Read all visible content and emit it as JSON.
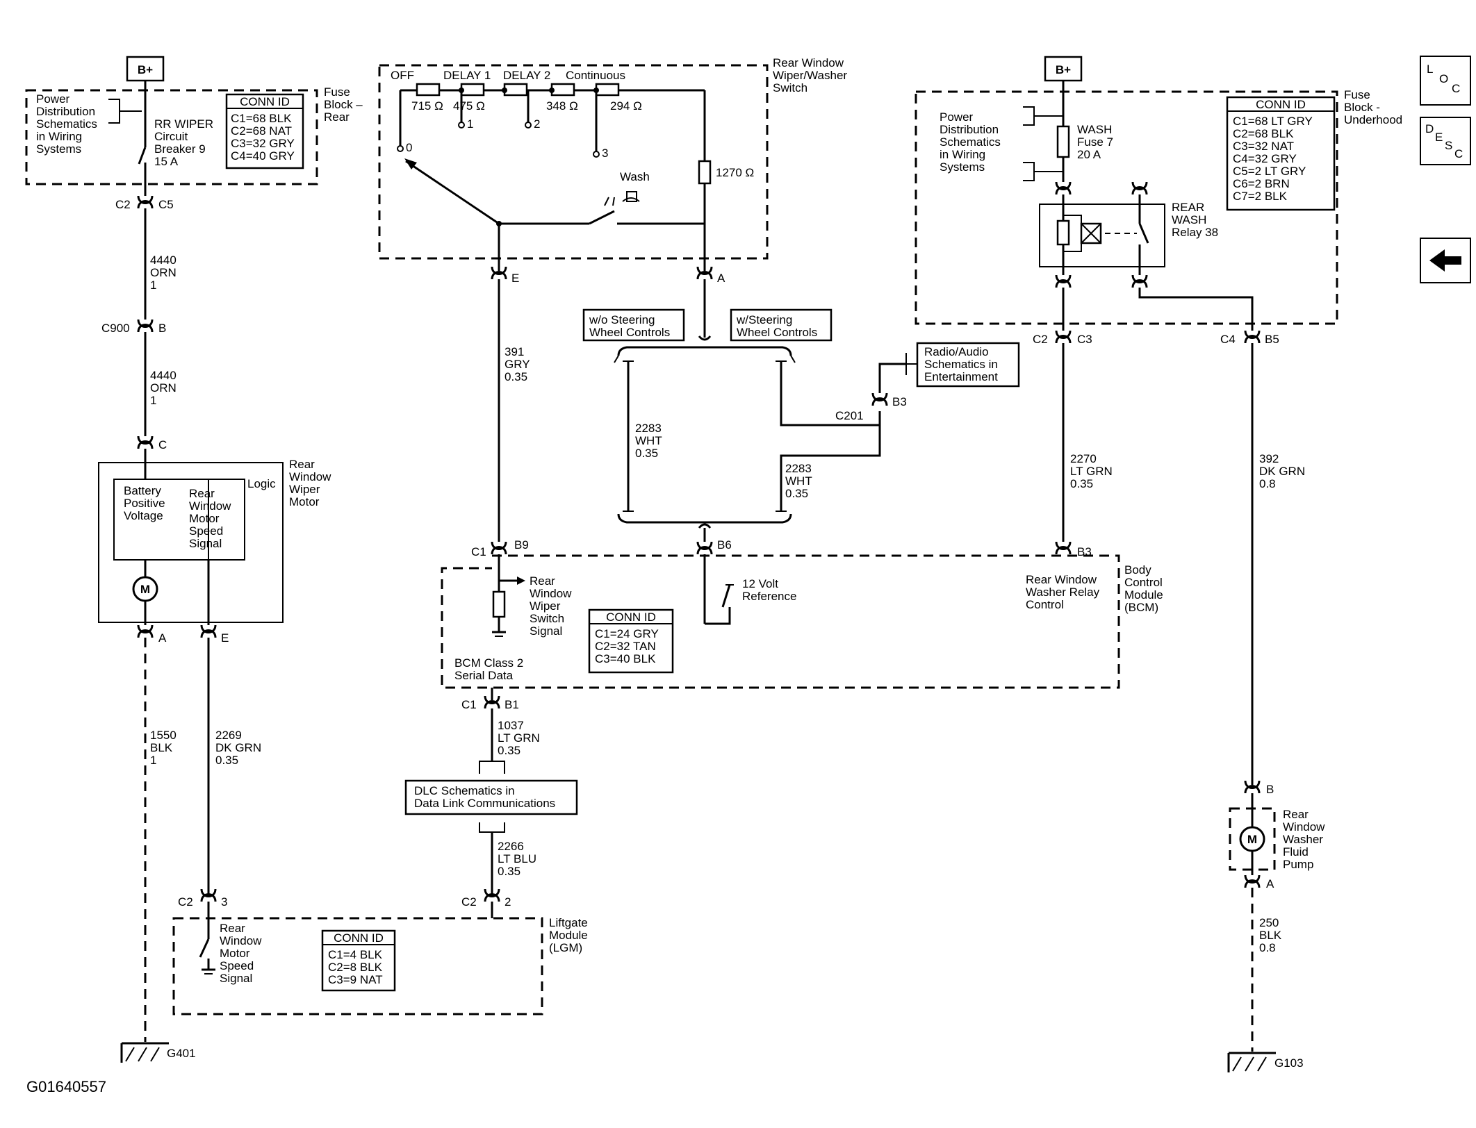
{
  "figure_id": "G01640557",
  "nav": {
    "loc": [
      "L",
      "O",
      "C"
    ],
    "desc": [
      "D",
      "E",
      "S",
      "C"
    ],
    "back_icon": "left-arrow-icon"
  },
  "supply": {
    "left": "B+",
    "right": "B+"
  },
  "fuse_block_rear": {
    "title": [
      "Fuse",
      "Block –",
      "Rear"
    ],
    "power_note": [
      "Power",
      "Distribution",
      "Schematics",
      "in Wiring",
      "Systems"
    ],
    "breaker": [
      "RR WIPER",
      "Circuit",
      "Breaker 9",
      "15 A"
    ],
    "conn_title": "CONN ID",
    "conn": [
      "C1=68 BLK",
      "C2=68 NAT",
      "C3=32 GRY",
      "C4=40 GRY"
    ]
  },
  "left_circuit": {
    "conn_top": [
      "C2",
      "C5"
    ],
    "wire1": [
      "4440",
      "ORN",
      "1"
    ],
    "c900": [
      "C900",
      "B"
    ],
    "wire2": [
      "4440",
      "ORN",
      "1"
    ],
    "motor_pin_top": "C"
  },
  "motor": {
    "title": [
      "Rear",
      "Window",
      "Wiper",
      "Motor"
    ],
    "logic": "Logic",
    "battery": [
      "Battery",
      "Positive",
      "Voltage"
    ],
    "speed": [
      "Rear",
      "Window",
      "Motor",
      "Speed",
      "Signal"
    ],
    "symbol": "M",
    "pins": [
      "A",
      "E"
    ]
  },
  "ground_left": {
    "wire_a": [
      "1550",
      "BLK",
      "1"
    ],
    "wire_e": [
      "2269",
      "DK GRN",
      "0.35"
    ],
    "g": "G401"
  },
  "switch": {
    "title": [
      "Rear Window",
      "Wiper/Washer",
      "Switch"
    ],
    "positions": [
      "OFF",
      "DELAY 1",
      "DELAY 2",
      "Continuous"
    ],
    "resistors": [
      "715 Ω",
      "475 Ω",
      "348 Ω",
      "294 Ω",
      "1270 Ω"
    ],
    "contacts": [
      "0",
      "1",
      "2",
      "3"
    ],
    "wash": "Wash",
    "pins": [
      "E",
      "A"
    ]
  },
  "mid_wires": {
    "w391": [
      "391",
      "GRY",
      "0.35"
    ],
    "wo": [
      "w/o Steering",
      "Wheel Controls"
    ],
    "with": [
      "w/Steering",
      "Wheel Controls"
    ],
    "w2283a": [
      "2283",
      "WHT",
      "0.35"
    ],
    "w2283b": [
      "2283",
      "WHT",
      "0.35"
    ],
    "c201": [
      "C201",
      "B3"
    ],
    "radio": [
      "Radio/Audio",
      "Schematics in",
      "Entertainment"
    ]
  },
  "bcm": {
    "title": [
      "Body",
      "Control",
      "Module",
      "(BCM)"
    ],
    "pins_top": [
      "C1",
      "B9",
      "B6",
      "B3"
    ],
    "wiper_signal": [
      "Rear",
      "Window",
      "Wiper",
      "Switch",
      "Signal"
    ],
    "ref": [
      "12 Volt",
      "Reference"
    ],
    "relay_ctrl": [
      "Rear Window",
      "Washer Relay",
      "Control"
    ],
    "serial": [
      "BCM Class 2",
      "Serial Data"
    ],
    "conn_title": "CONN ID",
    "conn": [
      "C1=24 GRY",
      "C2=32 TAN",
      "C3=40 BLK"
    ],
    "pins_bottom": [
      "C1",
      "B1"
    ]
  },
  "dlc": {
    "wire1037": [
      "1037",
      "LT GRN",
      "0.35"
    ],
    "box": [
      "DLC Schematics in",
      "Data Link Communications"
    ],
    "wire2266": [
      "2266",
      "LT BLU",
      "0.35"
    ],
    "pins": [
      "C2",
      "2"
    ]
  },
  "lgm": {
    "title": [
      "Liftgate",
      "Module",
      "(LGM)"
    ],
    "signal": [
      "Rear",
      "Window",
      "Motor",
      "Speed",
      "Signal"
    ],
    "pins": [
      "C2",
      "3"
    ],
    "conn_title": "CONN ID",
    "conn": [
      "C1=4 BLK",
      "C2=8 BLK",
      "C3=9 NAT"
    ]
  },
  "fuse_underhood": {
    "title": [
      "Fuse",
      "Block -",
      "Underhood"
    ],
    "power_note": [
      "Power",
      "Distribution",
      "Schematics",
      "in Wiring",
      "Systems"
    ],
    "fuse": [
      "WASH",
      "Fuse 7",
      "20 A"
    ],
    "relay": [
      "REAR",
      "WASH",
      "Relay 38"
    ],
    "conn_title": "CONN ID",
    "conn": [
      "C1=68 LT GRY",
      "C2=68 BLK",
      "C3=32 NAT",
      "C4=32 GRY",
      "C5=2 LT GRY",
      "C6=2 BRN",
      "C7=2 BLK"
    ],
    "pins_c3": [
      "C2",
      "C3"
    ],
    "pins_b5": [
      "C4",
      "B5"
    ]
  },
  "right_wires": {
    "w2270": [
      "2270",
      "LT GRN",
      "0.35"
    ],
    "w392": [
      "392",
      "DK GRN",
      "0.8"
    ]
  },
  "pump": {
    "title": [
      "Rear",
      "Window",
      "Washer",
      "Fluid",
      "Pump"
    ],
    "symbol": "M",
    "pins": [
      "B",
      "A"
    ],
    "wire250": [
      "250",
      "BLK",
      "0.8"
    ],
    "g": "G103"
  }
}
